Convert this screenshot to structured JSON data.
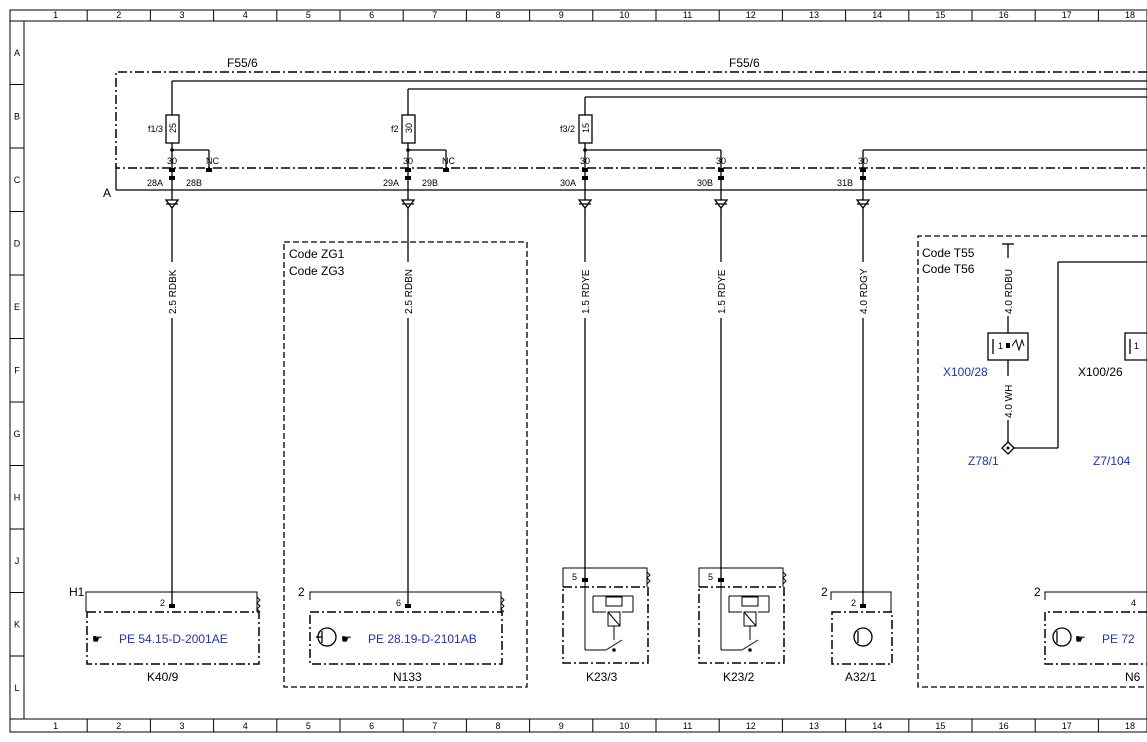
{
  "grid": {
    "columns": [
      "1",
      "2",
      "3",
      "4",
      "5",
      "6",
      "7",
      "8",
      "9",
      "10",
      "11",
      "12",
      "13",
      "14",
      "15",
      "16",
      "17",
      "18"
    ],
    "rows": [
      "A",
      "B",
      "C",
      "D",
      "E",
      "F",
      "G",
      "H",
      "J",
      "K",
      "L"
    ]
  },
  "fuse_box_labels": [
    "F55/6",
    "F55/6"
  ],
  "bus_label": "A",
  "fuses": [
    {
      "id": "f1/3",
      "rating": "25",
      "pin_top": "30",
      "pin_nc": "NC",
      "terminals": [
        "28A",
        "28B"
      ]
    },
    {
      "id": "f2",
      "rating": "30",
      "pin_top": "30",
      "pin_nc": "NC",
      "terminals": [
        "29A",
        "29B"
      ]
    },
    {
      "id": "f3/2",
      "rating": "15",
      "pin_top": "30",
      "pin_b": "30",
      "terminals": [
        "30A",
        "30B"
      ]
    },
    {
      "id": "",
      "rating": "",
      "pin_top": "30",
      "terminals": [
        "31B"
      ]
    }
  ],
  "wires": [
    "2.5 RDBK",
    "2.5 RDBN",
    "1.5 RDYE",
    "1.5 RDYE",
    "4.0 RDGY",
    "4.0 RDBU",
    "4.0 WH"
  ],
  "code_box_1": [
    "Code ZG1",
    "Code ZG3"
  ],
  "code_box_2": [
    "Code T55",
    "Code T56"
  ],
  "connectors": {
    "x100_28": "X100/28",
    "x100_26": "X100/26",
    "z78_1": "Z78/1",
    "z7_104": "Z7/104",
    "conn_pin": "1"
  },
  "components": [
    {
      "name": "K40/9",
      "ref": "PE 54.15-D-2001AE",
      "pin": "2",
      "label": "H1"
    },
    {
      "name": "N133",
      "ref": "PE 28.19-D-2101AB",
      "pin": "6",
      "outer_pin": "2"
    },
    {
      "name": "K23/3",
      "pin": "5"
    },
    {
      "name": "K23/2",
      "pin": "5"
    },
    {
      "name": "A32/1",
      "pin": "2",
      "outer_pin": "2"
    },
    {
      "name": "N6",
      "ref": "PE 72",
      "pin": "4",
      "outer_pin": "2"
    }
  ],
  "colors": {
    "link": "#1f2fd0",
    "line": "#000000"
  }
}
